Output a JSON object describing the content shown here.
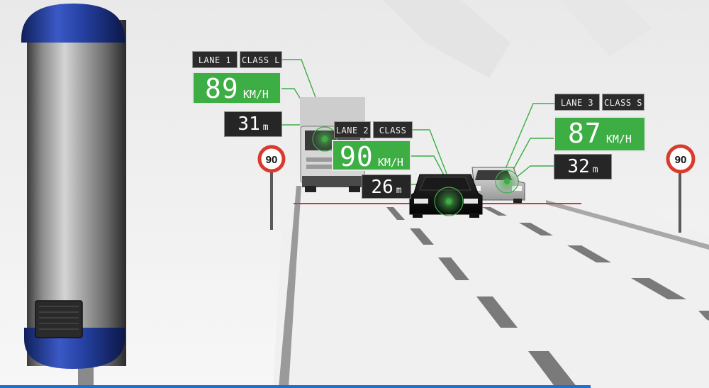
{
  "colors": {
    "badge_green": "#3cae43",
    "badge_dark": "#262626",
    "camera_blue": "#1f3a8f",
    "stop_line": "#c04040",
    "sign_border": "#d93a2b"
  },
  "signs": {
    "left_limit": "90",
    "right_limit": "90"
  },
  "vehicles": [
    {
      "lane_label": "LANE 1",
      "class_label": "CLASS L",
      "speed": "89",
      "speed_unit": "KM/H",
      "distance": "31",
      "distance_unit": "m"
    },
    {
      "lane_label": "LANE 2",
      "class_label": "CLASS S",
      "speed": "90",
      "speed_unit": "KM/H",
      "distance": "26",
      "distance_unit": "m"
    },
    {
      "lane_label": "LANE 3",
      "class_label": "CLASS S",
      "speed": "87",
      "speed_unit": "KM/H",
      "distance": "32",
      "distance_unit": "m"
    }
  ]
}
